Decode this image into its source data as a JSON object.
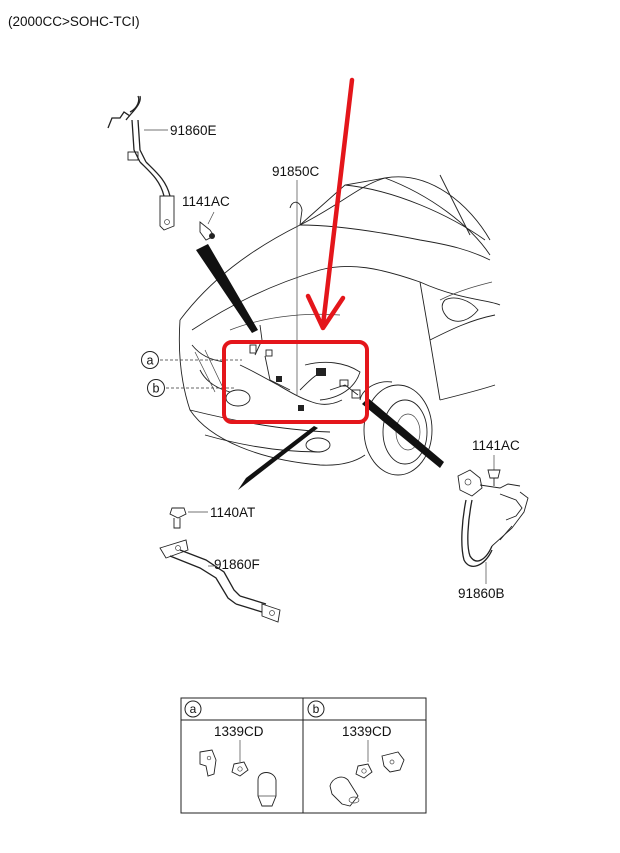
{
  "header": {
    "spec": "(2000CC>SOHC-TCI)"
  },
  "parts": {
    "p91860E": "91860E",
    "p1141AC_top": "1141AC",
    "p91850C": "91850C",
    "p1141AC_right": "1141AC",
    "p1140AT": "1140AT",
    "p91860F": "91860F",
    "p91860B": "91860B"
  },
  "callouts": {
    "a": "a",
    "b": "b"
  },
  "detail_table": {
    "col_a": {
      "tag": "a",
      "part": "1339CD"
    },
    "col_b": {
      "tag": "b",
      "part": "1339CD"
    }
  },
  "colors": {
    "highlight": "#e4161b",
    "line": "#222222",
    "leader": "#111111"
  },
  "icons": [
    "red-arrow-icon",
    "red-highlight-box",
    "car-front-outline",
    "battery-cable",
    "ground-strap",
    "bolt-icon",
    "clip-icon",
    "cap-icon"
  ]
}
